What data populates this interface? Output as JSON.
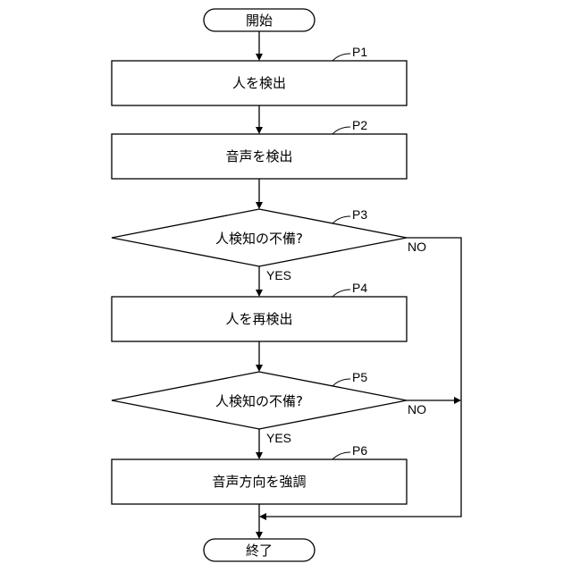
{
  "nodes": {
    "start": "開始",
    "p1": "人を検出",
    "p2": "音声を検出",
    "p3": "人検知の不備?",
    "p4": "人を再検出",
    "p5": "人検知の不備?",
    "p6": "音声方向を強調",
    "end": "終了"
  },
  "step_tags": {
    "p1": "P1",
    "p2": "P2",
    "p3": "P3",
    "p4": "P4",
    "p5": "P5",
    "p6": "P6"
  },
  "branch_labels": {
    "p3_yes": "YES",
    "p3_no": "NO",
    "p5_yes": "YES",
    "p5_no": "NO"
  }
}
